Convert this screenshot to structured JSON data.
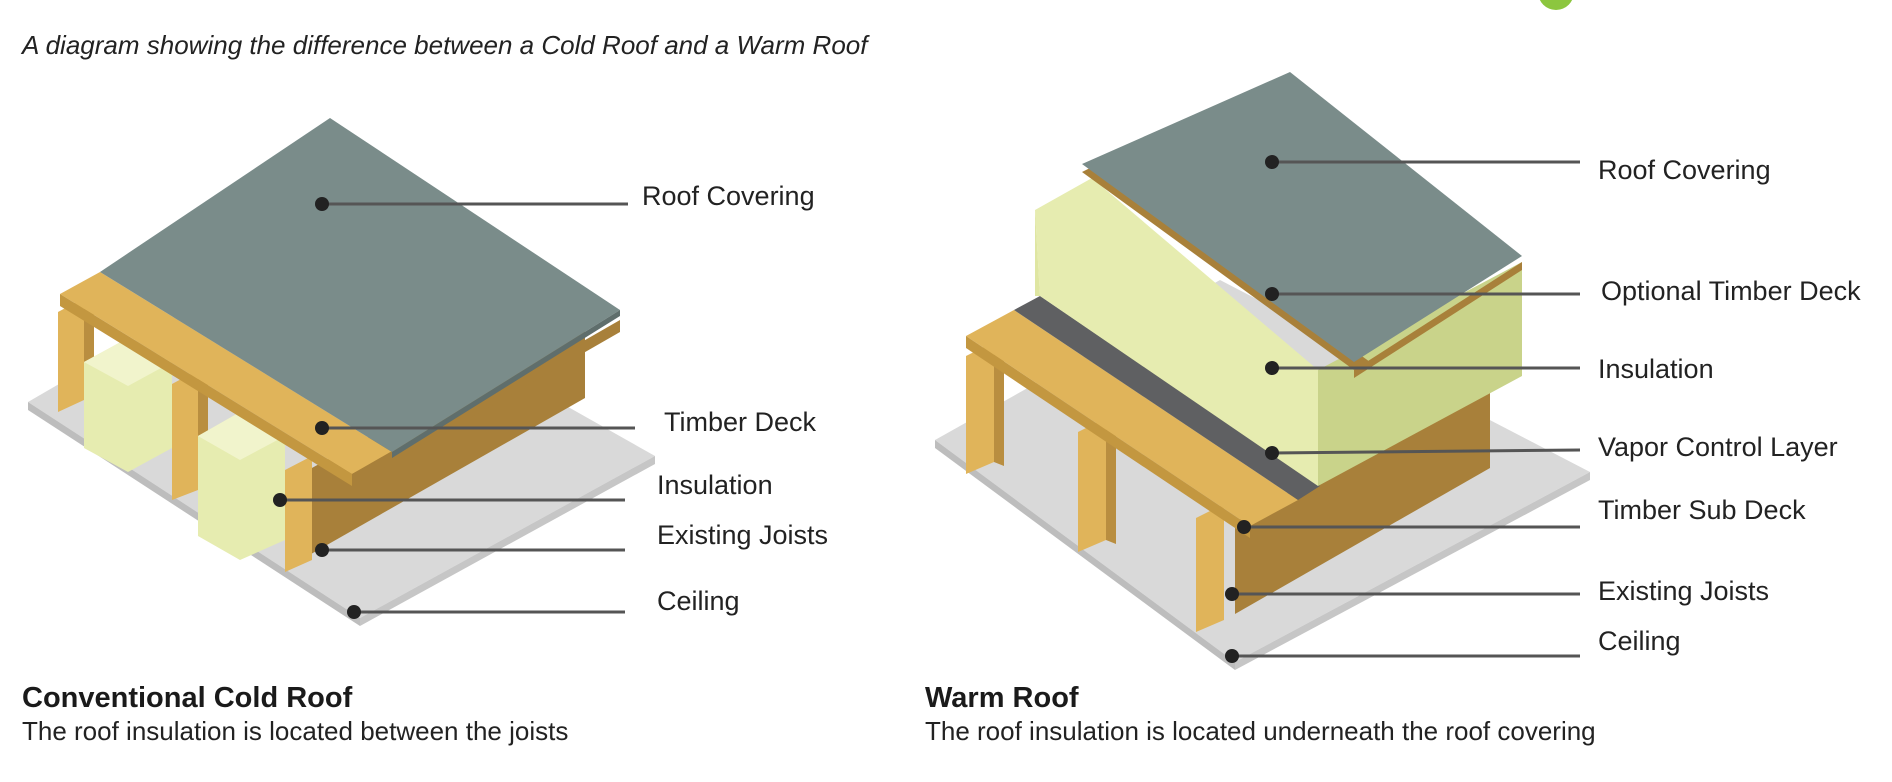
{
  "caption": "A diagram showing the difference between a Cold Roof and a Warm Roof",
  "cold_roof": {
    "title": "Conventional Cold Roof",
    "description": "The roof insulation is located between the joists",
    "labels": {
      "roof_covering": "Roof Covering",
      "timber_deck": "Timber Deck",
      "insulation": "Insulation",
      "existing_joists": "Existing Joists",
      "ceiling": "Ceiling"
    }
  },
  "warm_roof": {
    "title": "Warm Roof",
    "description": "The roof insulation is located underneath the roof covering",
    "labels": {
      "roof_covering": "Roof Covering",
      "optional_timber_deck": "Optional Timber Deck",
      "insulation": "Insulation",
      "vapor_control_layer": "Vapor Control Layer",
      "timber_sub_deck": "Timber Sub Deck",
      "existing_joists": "Existing Joists",
      "ceiling": "Ceiling"
    }
  },
  "colors": {
    "roof_covering": "#7a8c8a",
    "timber": "#e0b45a",
    "timber_dark": "#a8803a",
    "insulation": "#e6ecb0",
    "insulation_dark": "#c9d38a",
    "vapor_layer": "#5f6062",
    "ceiling": "#dcdcdc",
    "leader": "#555555"
  }
}
